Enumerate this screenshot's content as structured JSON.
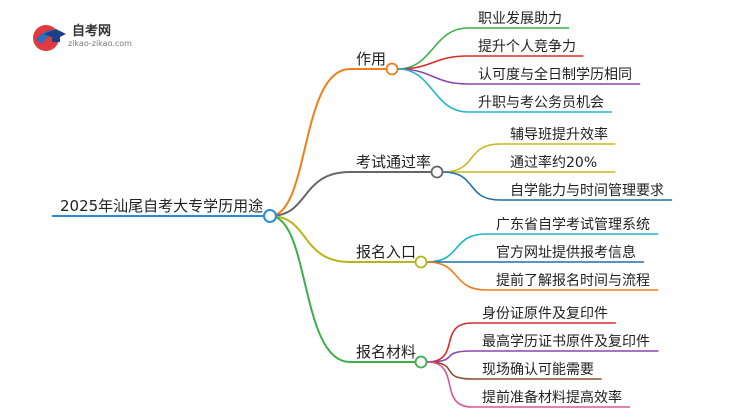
{
  "logo": {
    "name": "自考网",
    "url": "zikao-zikao.com"
  },
  "root": {
    "label": "2025年汕尾自考大专学历用途"
  },
  "branches": [
    {
      "label": "作用",
      "color": "#f07f1a",
      "children": [
        {
          "label": "职业发展助力",
          "color": "#3cae4a"
        },
        {
          "label": "提升个人竞争力",
          "color": "#d92b2b"
        },
        {
          "label": "认可度与全日制学历相同",
          "color": "#8e44ad"
        },
        {
          "label": "升职与考公务员机会",
          "color": "#1fb6c9"
        }
      ]
    },
    {
      "label": "考试通过率",
      "color": "#666666",
      "children": [
        {
          "label": "辅导班提升效率",
          "color": "#c6b91c"
        },
        {
          "label": "通过率约20%",
          "color": "#c6b91c"
        },
        {
          "label": "自学能力与时间管理要求",
          "color": "#1f6fae"
        }
      ]
    },
    {
      "label": "报名入口",
      "color": "#b7b416",
      "children": [
        {
          "label": "广东省自学考试管理系统",
          "color": "#1fb6c9"
        },
        {
          "label": "官方网址提供报考信息",
          "color": "#1f6fae"
        },
        {
          "label": "提前了解报名时间与流程",
          "color": "#f07f1a"
        }
      ]
    },
    {
      "label": "报名材料",
      "color": "#3cae4a",
      "children": [
        {
          "label": "身份证原件及复印件",
          "color": "#d92b2b"
        },
        {
          "label": "最高学历证书原件及复印件",
          "color": "#8e44ad"
        },
        {
          "label": "现场确认可能需要",
          "color": "#8b4a2b"
        },
        {
          "label": "提前准备材料提高效率",
          "color": "#e0559a"
        }
      ]
    }
  ]
}
